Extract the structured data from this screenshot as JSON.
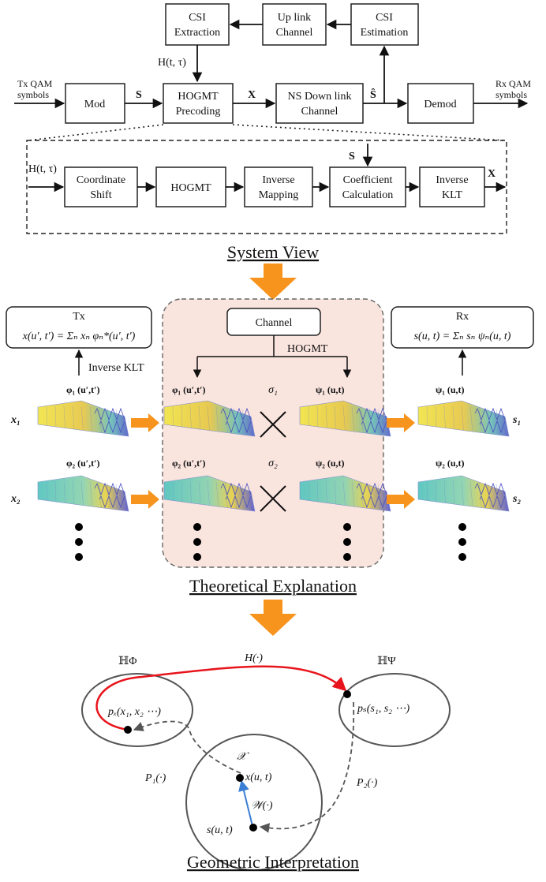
{
  "system_view": {
    "csi_extraction": [
      "CSI",
      "Extraction"
    ],
    "uplink_channel": [
      "Up link",
      "Channel"
    ],
    "csi_estimation": [
      "CSI",
      "Estimation"
    ],
    "tx_qam": [
      "Tx QAM",
      "symbols"
    ],
    "mod": "Mod",
    "hogmt_precoding": [
      "HOGMT",
      "Precoding"
    ],
    "ns_downlink": [
      "NS Down link",
      "Channel"
    ],
    "demod": "Demod",
    "rx_qam": [
      "Rx QAM",
      "symbols"
    ],
    "sym_S": "S",
    "sym_X": "X",
    "sym_Shat": "Ŝ",
    "sym_H": "H(t, τ)",
    "coordinate_shift": [
      "Coordinate",
      "Shift"
    ],
    "hogmt": "HOGMT",
    "inverse_mapping": [
      "Inverse",
      "Mapping"
    ],
    "coefficient_calculation": [
      "Coefficient",
      "Calculation"
    ],
    "inverse_klt": [
      "Inverse",
      "KLT"
    ],
    "title": "System View"
  },
  "theoretical": {
    "channel": "Channel",
    "hogmt": "HOGMT",
    "tx_label": "Tx",
    "tx_formula": "x(u′, t′) = Σₙ xₙ φₙ*(u′, t′)",
    "rx_label": "Rx",
    "rx_formula": "s(u, t) = Σₙ sₙ ψₙ(u, t)",
    "inverse_klt": "Inverse KLT",
    "phi1": "φ₁ (u′,t′)",
    "phi2": "φ₂ (u′,t′)",
    "psi1": "ψ₁ (u,t)",
    "psi2": "ψ₂ (u,t)",
    "sigma1": "σ₁",
    "sigma2": "σ₂",
    "x1": "x₁",
    "x2": "x₂",
    "s1": "s₁",
    "s2": "s₂",
    "times": "×",
    "title": "Theoretical Explanation"
  },
  "geometric": {
    "h_phi": "ℍΦ",
    "h_psi": "ℍΨ",
    "h_op": "H(·)",
    "px": "pₓ(x₁, x₂ ⋯)",
    "ps": "pₛ(s₁, s₂ ⋯)",
    "calX": "𝒳",
    "xut": "x(u, t)",
    "sut": "s(u, t)",
    "W": "𝒲(·)",
    "P1": "P₁(·)",
    "P2": "P₂(·)",
    "title": "Geometric Interpretation"
  },
  "colors": {
    "orange": "#f7941d",
    "pink_panel": "#f9e4de",
    "red": "#e8141c",
    "blue": "#3a7fd5",
    "gray": "#555555"
  }
}
